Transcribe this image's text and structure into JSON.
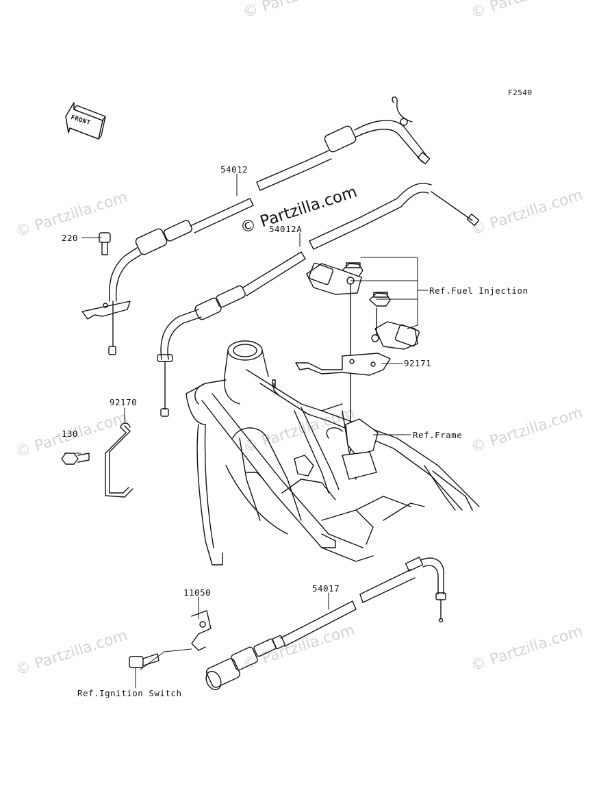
{
  "diagram": {
    "figure_code": "F2540",
    "front_arrow": "FRONT",
    "watermark_main": "© Partzilla.com",
    "watermark_faint": "© Partzilla.com",
    "parts": {
      "p54012": "54012",
      "p54012a": "54012A",
      "p220": "220",
      "p92170": "92170",
      "p130": "130",
      "p92171": "92171",
      "p11050": "11050",
      "p54017": "54017"
    },
    "refs": {
      "fuel_injection": "Ref.Fuel Injection",
      "frame": "Ref.Frame",
      "ignition_switch": "Ref.Ignition Switch"
    }
  }
}
